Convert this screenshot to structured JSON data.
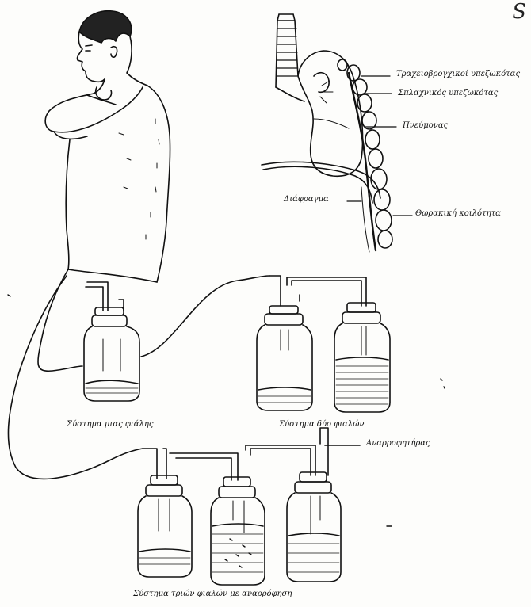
{
  "corner_mark": "S",
  "anatomy_labels": {
    "label_1": "Τραχειοβρογχικοί υπεζωκότας",
    "label_2": "Σπλαχνικός υπεζωκότας",
    "label_3": "Πνεύμονας",
    "label_4": "Διάφραγμα",
    "label_5": "Θωρακική κοιλότητα"
  },
  "system_labels": {
    "one_bottle": "Σύστημα μιας φιάλης",
    "two_bottle": "Σύστημα δύο φιαλών",
    "suction": "Αναρροφητήρας",
    "three_bottle": "Σύστημα τριών φιαλών με αναρρόφηση"
  }
}
